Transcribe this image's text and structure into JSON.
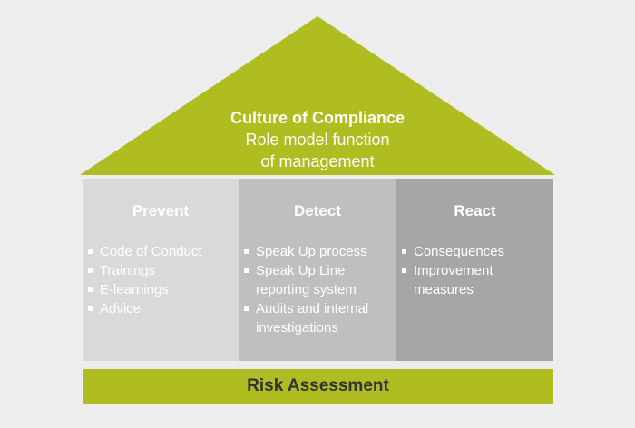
{
  "roof": {
    "title": "Culture of Compliance",
    "line1": "Role model function",
    "line2": "of management",
    "color": "#afbd21"
  },
  "pillars": [
    {
      "title": "Prevent",
      "color": "#d9d9d9",
      "items": [
        "Code of Conduct",
        "Trainings",
        "E-learnings",
        "Advice"
      ]
    },
    {
      "title": "Detect",
      "color": "#bfbfbf",
      "items": [
        "Speak Up process",
        "Speak Up Line reporting system",
        "Audits and internal investigations"
      ]
    },
    {
      "title": "React",
      "color": "#a6a6a6",
      "items": [
        "Consequences",
        "Improvement measures"
      ]
    }
  ],
  "foundation": {
    "label": "Risk Assessment",
    "color": "#afbd21"
  }
}
